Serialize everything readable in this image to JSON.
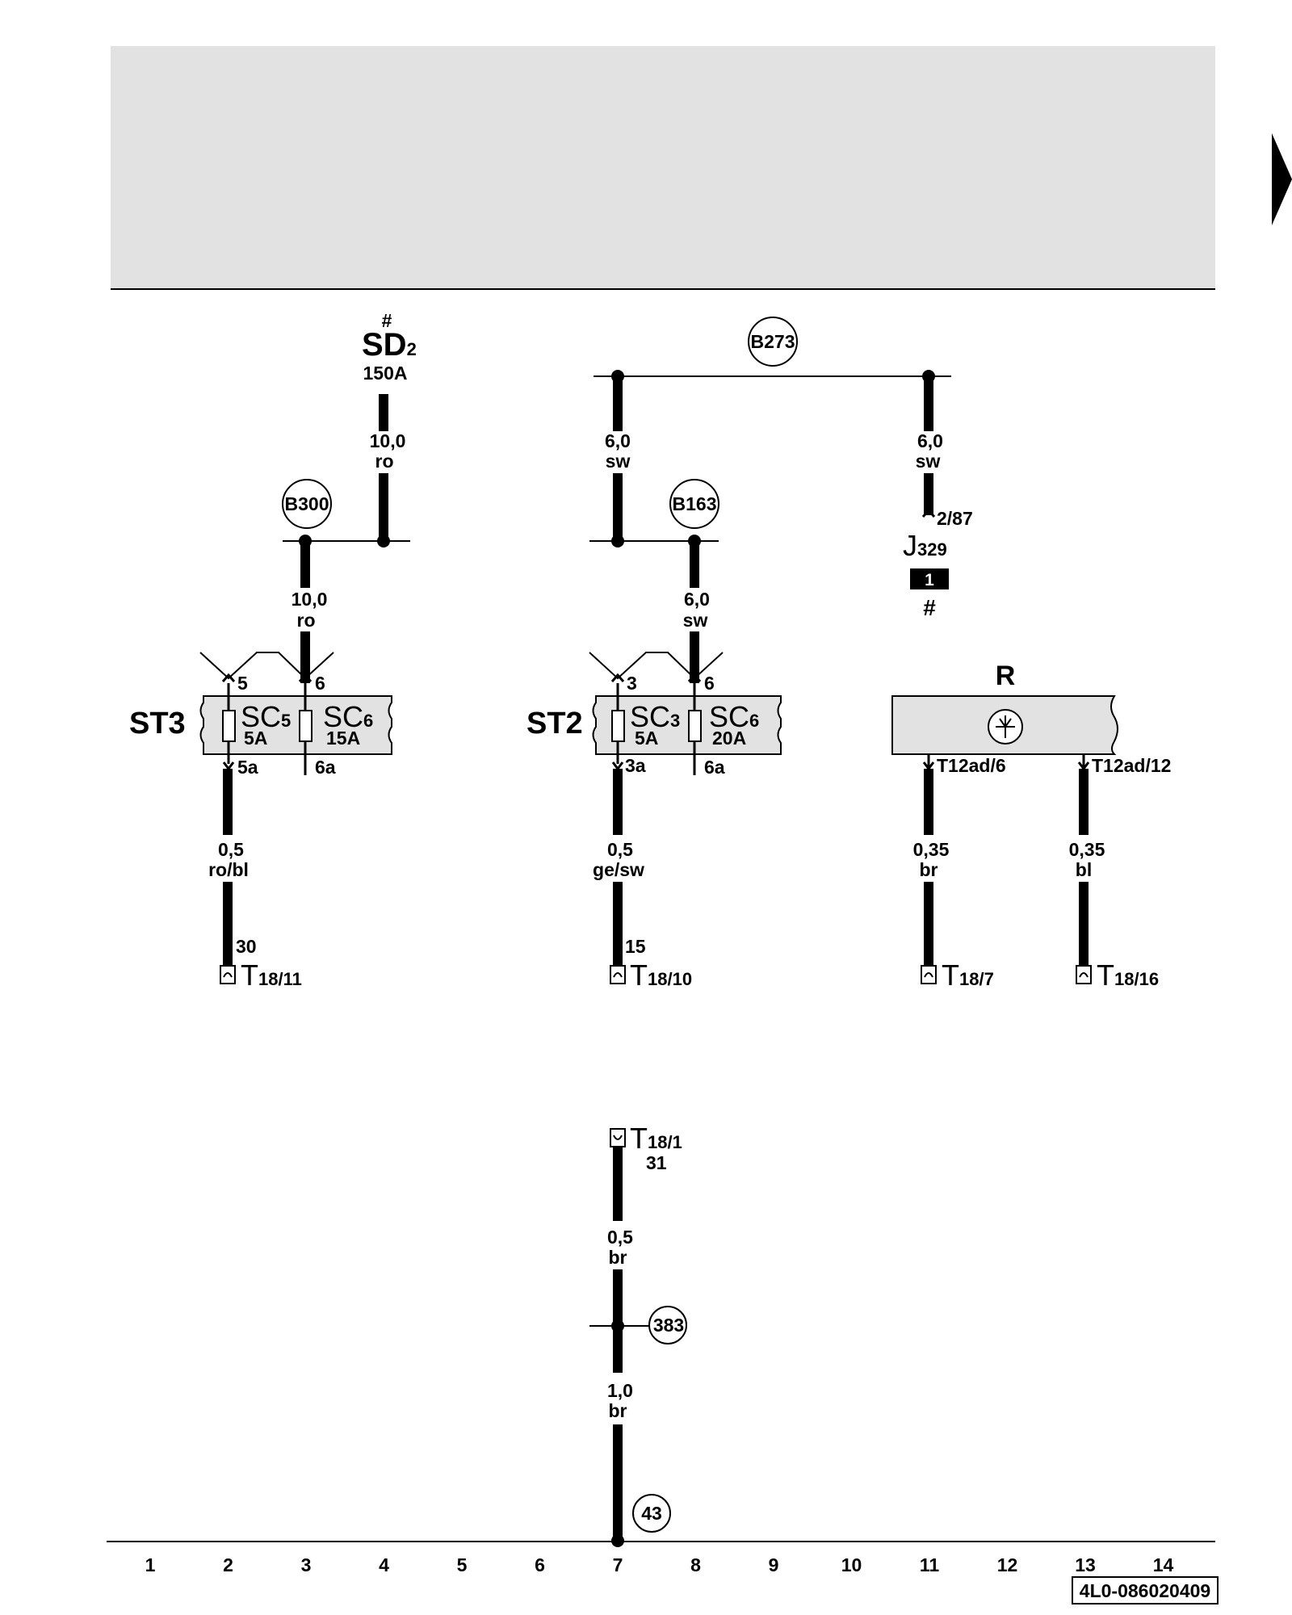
{
  "top_fuse": {
    "hash": "#",
    "name": "SD",
    "sub": "2",
    "rating": "150A"
  },
  "junctions": {
    "b273": "B273",
    "b300": "B300",
    "b163": "B163",
    "ground_383": "383",
    "ground_43": "43"
  },
  "wires": {
    "sd_feed": {
      "size": "10,0",
      "color": "ro"
    },
    "b273_left": {
      "size": "6,0",
      "color": "sw"
    },
    "b273_right": {
      "size": "6,0",
      "color": "sw"
    },
    "st3_feed": {
      "size": "10,0",
      "color": "ro"
    },
    "st2_feed": {
      "size": "6,0",
      "color": "sw"
    },
    "st3_out": {
      "size": "0,5",
      "color": "ro/bl"
    },
    "st2_out": {
      "size": "0,5",
      "color": "ge/sw"
    },
    "r_out1": {
      "size": "0,35",
      "color": "br"
    },
    "r_out2": {
      "size": "0,35",
      "color": "bl"
    },
    "ground1": {
      "size": "0,5",
      "color": "br"
    },
    "ground2": {
      "size": "1,0",
      "color": "br"
    }
  },
  "relay": {
    "pin": "2/87",
    "name": "J",
    "sub": "329",
    "box": "1",
    "hash": "#"
  },
  "st3": {
    "name": "ST3",
    "pin_in_left": "5",
    "pin_in_right": "6",
    "fuse1": {
      "name": "SC",
      "sub": "5",
      "rating": "5A"
    },
    "fuse2": {
      "name": "SC",
      "sub": "6",
      "rating": "15A"
    },
    "pin_out_left": "5a",
    "pin_out_right": "6a"
  },
  "st2": {
    "name": "ST2",
    "pin_in_left": "3",
    "pin_in_right": "6",
    "fuse1": {
      "name": "SC",
      "sub": "3",
      "rating": "5A"
    },
    "fuse2": {
      "name": "SC",
      "sub": "6",
      "rating": "20A"
    },
    "pin_out_left": "3a",
    "pin_out_right": "6a"
  },
  "component_r": {
    "name": "R",
    "pin1": "T12ad/6",
    "pin2": "T12ad/12"
  },
  "connectors": [
    {
      "pin_no": "30",
      "name": "T",
      "sub": "18/11"
    },
    {
      "pin_no": "15",
      "name": "T",
      "sub": "18/10"
    },
    {
      "name": "T",
      "sub": "18/7"
    },
    {
      "name": "T",
      "sub": "18/16"
    }
  ],
  "ground_connector": {
    "name": "T",
    "sub": "18/1",
    "pin_no": "31"
  },
  "columns": [
    "1",
    "2",
    "3",
    "4",
    "5",
    "6",
    "7",
    "8",
    "9",
    "10",
    "11",
    "12",
    "13",
    "14"
  ],
  "doc_code": "4L0-086020409"
}
